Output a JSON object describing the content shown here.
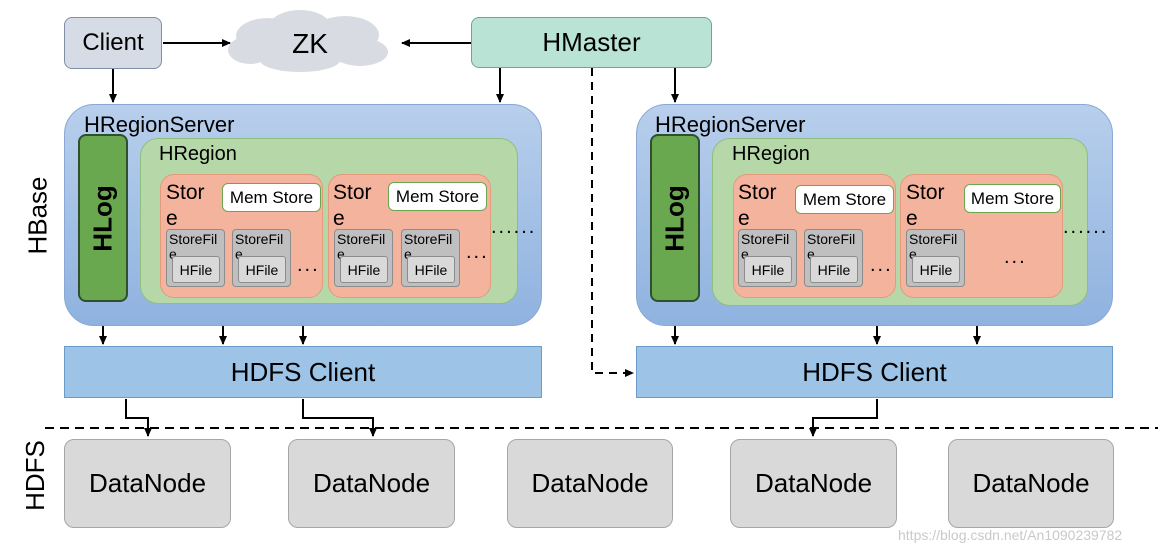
{
  "client": "Client",
  "zk": "ZK",
  "hmaster": "HMaster",
  "side_labels": {
    "hbase": "HBase",
    "hdfs": "HDFS"
  },
  "servers": [
    {
      "title": "HRegionServer",
      "hlog": "HLog",
      "region": "HRegion",
      "stores": [
        {
          "store_line1": "Stor",
          "store_line2": "e",
          "memstore": "Mem Store",
          "storefile_line1": "StoreFil",
          "storefile_line2": "e",
          "hfile": "HFile"
        },
        {
          "store_line1": "Stor",
          "store_line2": "e",
          "memstore": "Mem Store",
          "storefile_line1": "StoreFil",
          "storefile_line2": "e",
          "hfile": "HFile"
        }
      ],
      "store_dots": "...",
      "region_dots": "......",
      "hdfs_client": "HDFS Client"
    },
    {
      "title": "HRegionServer",
      "hlog": "HLog",
      "region": "HRegion",
      "stores": [
        {
          "store_line1": "Stor",
          "store_line2": "e",
          "memstore": "Mem Store",
          "storefile_line1": "StoreFil",
          "storefile_line2": "e",
          "hfile": "HFile"
        },
        {
          "store_line1": "Stor",
          "store_line2": "e",
          "memstore": "Mem Store",
          "storefile_line1": "StoreFil",
          "storefile_line2": "e",
          "hfile": "HFile"
        }
      ],
      "store_dots": "...",
      "region_dots": "......",
      "hdfs_client": "HDFS Client"
    }
  ],
  "datanodes": [
    "DataNode",
    "DataNode",
    "DataNode",
    "DataNode",
    "DataNode"
  ],
  "watermark": "https://blog.csdn.net/An1090239782",
  "colors": {
    "client_fill": "#d6dce6",
    "hmaster_fill": "#b9e3d5",
    "server_fill": "#a9c4e8",
    "hlog_fill": "#6aa84f",
    "region_fill": "#b6d7a8",
    "store_fill": "#f4b39d",
    "hdfs_client_fill": "#9dc3e6",
    "datanode_fill": "#d9d9d9"
  }
}
